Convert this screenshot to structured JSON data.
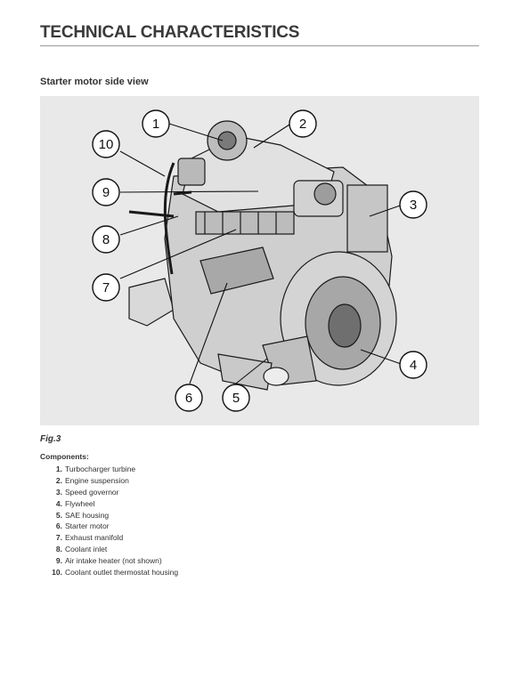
{
  "header": {
    "title": "TECHNICAL CHARACTERISTICS"
  },
  "section": {
    "heading": "Starter motor side view"
  },
  "figure": {
    "caption": "Fig.3",
    "callouts": [
      {
        "number": "1"
      },
      {
        "number": "2"
      },
      {
        "number": "3"
      },
      {
        "number": "4"
      },
      {
        "number": "5"
      },
      {
        "number": "6"
      },
      {
        "number": "7"
      },
      {
        "number": "8"
      },
      {
        "number": "9"
      },
      {
        "number": "10"
      }
    ]
  },
  "components": {
    "label": "Components:",
    "items": [
      {
        "num": "1.",
        "text": "Turbocharger turbine"
      },
      {
        "num": "2.",
        "text": "Engine suspension"
      },
      {
        "num": "3.",
        "text": "Speed governor"
      },
      {
        "num": "4.",
        "text": "Flywheel"
      },
      {
        "num": "5.",
        "text": "SAE housing"
      },
      {
        "num": "6.",
        "text": "Starter motor"
      },
      {
        "num": "7.",
        "text": "Exhaust manifold"
      },
      {
        "num": "8.",
        "text": "Coolant inlet"
      },
      {
        "num": "9.",
        "text": "Air intake heater (not shown)"
      },
      {
        "num": "10.",
        "text": "Coolant outlet thermostat housing"
      }
    ]
  }
}
